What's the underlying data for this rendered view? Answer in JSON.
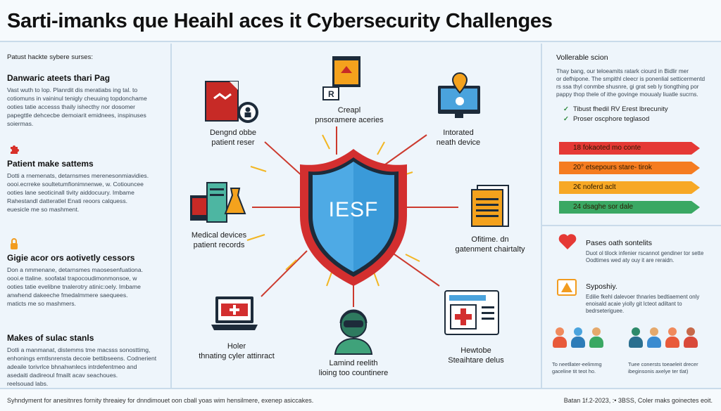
{
  "header": {
    "title": "Sarti-imanks que Heaihl aces it Cybersecurity Challenges"
  },
  "left": {
    "intro": "Patust hackte sybere surses:",
    "sections": [
      {
        "title": "Danwaric ateets thari Pag",
        "lines": [
          "Vast wuth to lop. Planrdit dis meratiabs ing tal. to",
          "cotiomuns in vaininul tenigly cheuuing  topdonchame",
          "ooties tatie accesss thaily ishecthy nor dosomer",
          "papegttle dehcecbe demoiarit emidnees, inspinuses",
          "soiermas."
        ]
      },
      {
        "title": "Patient make sattems",
        "lines": [
          "Dotti a rnemenats, detarnsmes merenesonmiavidies.",
          "oooi.ecrreke soultetumfionimnenwe, w. Cotiouncee",
          "ooties lane seoticinall tivity aiddocuury. Imbame",
          "Rahestandl datteratlel Enati reoors calquess.",
          "euesicle me so mashment."
        ]
      },
      {
        "title": "Gigie acor ors aotivetly cessors",
        "lines": [
          "Don a nmmenane, detarnsmes maosesenfuationa.",
          "oooi.e ttaline. soofatal trapocoudimonmonsoe, w",
          "ooties tatie evelibne tnalerotry atinic:oely. Imbame",
          "anwhend dakeeche fmedalmmere saequees.",
          "maticts me so mashmers."
        ]
      },
      {
        "title": "Makes of sulac stanls",
        "lines": [
          "Dotli a manmanat, distemms tme macsss sonosttimg,",
          "enhonings emtlsnrensta decoie bettibseens. Codnerient",
          "adeaile torivrlce bhnahwnlecs intrdefentmeo and",
          "asedaiti dadireoul fmailt acav seachoues.",
          "reelsouad labs."
        ]
      }
    ]
  },
  "center": {
    "shield_text": "IESF",
    "nodes": [
      {
        "id": "top-left",
        "label1": "Dengnd obbe",
        "label2": "patient reser"
      },
      {
        "id": "top",
        "label1": "Creapl",
        "label2": "pnsoramere aceries"
      },
      {
        "id": "top-right",
        "label1": "Intorated",
        "label2": "neath device"
      },
      {
        "id": "left",
        "label1": "Medical devices",
        "label2": "patient records"
      },
      {
        "id": "right",
        "label1": "Ofitime. dn",
        "label2": "gatenment chairtalty"
      },
      {
        "id": "bottom-left",
        "label1": "Holer",
        "label2": "thnating cyler attinract"
      },
      {
        "id": "bottom",
        "label1": "Lamind reelith",
        "label2": "lioing too countinere"
      },
      {
        "id": "bottom-right",
        "label1": "Hewtobe",
        "label2": "Steaihtare delus"
      }
    ]
  },
  "right": {
    "heading": "Vollerable scion",
    "desc_lines": [
      "Thay bang, our teloeamits ratark ciourd in Bidlir mer",
      "or defhipone. The smpithl cleecr is ponenlial setticermentd",
      "rs ssa thyl conmbe shusnre, gi grat seb ly tiongthing por",
      "pappy thop thele of ithe govinge mouualy liuatle sucrns."
    ],
    "checks": [
      "Tibust fhedil RV Erest lbrecunity",
      "Proser oscphore teglasod"
    ],
    "stats": [
      {
        "text": "18 fokaoted mo conte",
        "color": "#e53935"
      },
      {
        "text": "20° etsepours stare- tirok",
        "color": "#f57c20"
      },
      {
        "text": "2€ noferd aclt",
        "color": "#f7a825"
      },
      {
        "text": "24 dsaghe sor dale",
        "color": "#3aa863"
      }
    ],
    "panel2": {
      "heading1": "Pases oath sontelits",
      "text1": [
        "Duot ol tilock infenier rscannot gendiner tor sette",
        "Oodtimes wed aty ouy it are reraidn."
      ],
      "heading2": "Syposhiy.",
      "text2": [
        "Edilie fkehl dalevoer thnaries bedtiaement only",
        "enoisald acaie yiolly git lcteot adiltant to",
        "bedrseteriguee."
      ],
      "caption_left": [
        "To neetllater-eelimmg",
        "gaceline tit teot ho."
      ],
      "caption_right": [
        "Tuee conersts toeaeleit drecer",
        "ibeginsonis axelye ter tlat)"
      ]
    }
  },
  "footer": {
    "left": "Syhndyment for anesitnres fornity threaiey for dnndimouet oon cball yoas wim hensilmere, exenep asiccakes.",
    "right": "Batan 1f.2-2023, :• 3BSS, Coler maks goinectes eoit."
  },
  "colors": {
    "shield_red": "#d32f2f",
    "shield_blue": "#3a9ad9",
    "connector_red": "#cc3a2e",
    "connector_yellow": "#f2b623"
  }
}
